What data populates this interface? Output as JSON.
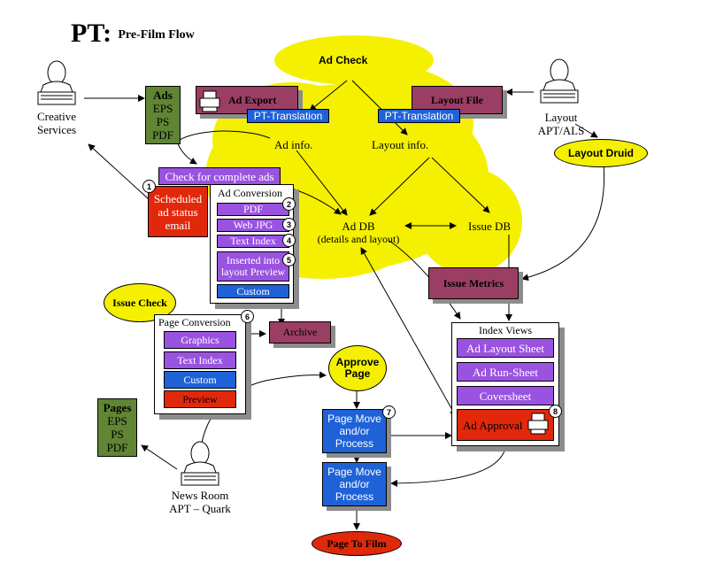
{
  "title": {
    "prefix": "PT:",
    "text": "Pre-Film Flow"
  },
  "colors": {
    "cloud": "#f4f000",
    "purple": "#9a53e0",
    "blue": "#1f62d8",
    "red": "#e2280b",
    "maroon": "#9b3e63",
    "green": "#5f8535"
  },
  "ad_check": "Ad Check",
  "ad_export": "Ad Export",
  "layout_file": "Layout File",
  "pt_translation_1": "PT-Translation",
  "pt_translation_2": "PT-Translation",
  "ad_info": "Ad info.",
  "layout_info": "Layout info.",
  "ad_db": {
    "line1": "Ad DB",
    "line2": "(details and layout)"
  },
  "issue_db": "Issue DB",
  "creative_services": {
    "line1": "Creative",
    "line2": "Services"
  },
  "ads_box": {
    "title": "Ads",
    "l1": "EPS",
    "l2": "PS",
    "l3": "PDF"
  },
  "layout_source": {
    "line1": "Layout",
    "line2": "APT/ALS"
  },
  "layout_druid": "Layout Druid",
  "check_complete": "Check for complete ads",
  "scheduled_email": {
    "l1": "Scheduled",
    "l2": "ad status",
    "l3": "email"
  },
  "ad_conversion": {
    "title": "Ad Conversion",
    "items": [
      "PDF",
      "Web JPG",
      "Text Index",
      "Inserted into layout Preview",
      "Custom"
    ]
  },
  "badges": [
    "1",
    "2",
    "3",
    "4",
    "5",
    "6",
    "7",
    "8"
  ],
  "issue_metrics": "Issue Metrics",
  "issue_check": "Issue Check",
  "page_conversion": {
    "title": "Page Conversion",
    "items": [
      "Graphics",
      "Text Index",
      "Custom",
      "Preview"
    ]
  },
  "archive": "Archive",
  "index_views": {
    "title": "Index Views",
    "items": [
      "Ad Layout Sheet",
      "Ad Run-Sheet",
      "Coversheet"
    ],
    "approval": "Ad Approval"
  },
  "approve_page": {
    "l1": "Approve",
    "l2": "Page"
  },
  "page_move_1": {
    "l1": "Page Move",
    "l2": "and/or",
    "l3": "Process"
  },
  "page_move_2": {
    "l1": "Page Move",
    "l2": "and/or",
    "l3": "Process"
  },
  "page_to_film": "Page To Film",
  "pages_box": {
    "title": "Pages",
    "l1": "EPS",
    "l2": "PS",
    "l3": "PDF"
  },
  "news_room": {
    "line1": "News Room",
    "line2": "APT – Quark"
  },
  "icons": [
    "person-at-keyboard-icon",
    "printer-icon"
  ]
}
